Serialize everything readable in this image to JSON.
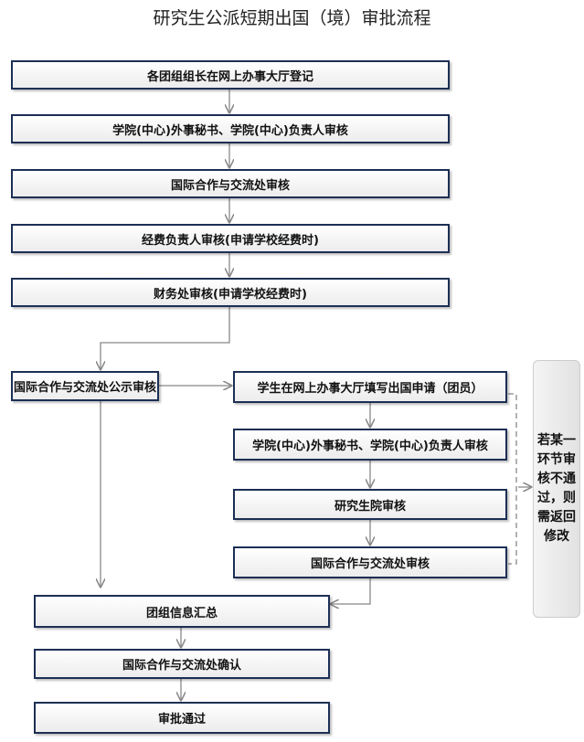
{
  "title": "研究生公派短期出国（境）审批流程",
  "main_steps": [
    "各团组组长在网上办事大厅登记",
    "学院(中心)外事秘书、学院(中心)负责人审核",
    "国际合作与交流处审核",
    "经费负责人审核(申请学校经费时)",
    "财务处审核(申请学校经费时)"
  ],
  "publicity_step": "国际合作与交流处公示审核",
  "member_steps": [
    "学生在网上办事大厅填写出国申请（团员）",
    "学院(中心)外事秘书、学院(中心)负责人审核",
    "研究生院审核",
    "国际合作与交流处审核"
  ],
  "final_steps": [
    "团组信息汇总",
    "国际合作与交流处确认",
    "审批通过"
  ],
  "side_note": "若某一环节审核不通过，则需返回修改"
}
